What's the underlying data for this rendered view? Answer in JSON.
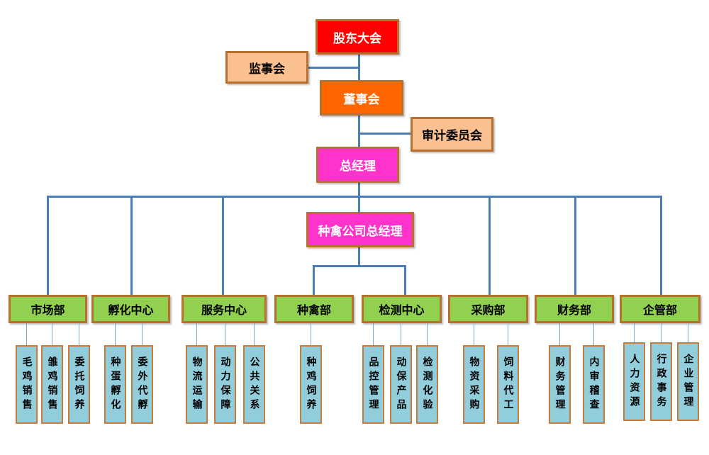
{
  "colors": {
    "shareholders": "#ff0000",
    "board": "#ff6600",
    "manager": "#ff33cc",
    "committee": "#fac090",
    "department": "#92d050",
    "unit": "#92cddc",
    "connector": "#4a7ebb"
  },
  "top": {
    "shareholders": "股东大会",
    "supervisors": "监事会",
    "board": "董事会",
    "audit_committee": "审计委员会",
    "general_manager": "总经理",
    "breeder_gm": "种禽公司总经理"
  },
  "departments": [
    {
      "name": "市场部",
      "units": [
        "毛鸡销售",
        "雏鸡销售",
        "委托饲养"
      ]
    },
    {
      "name": "孵化中心",
      "units": [
        "种蛋孵化",
        "委外代孵"
      ]
    },
    {
      "name": "服务中心",
      "units": [
        "物流运输",
        "动力保障",
        "公共关系"
      ]
    },
    {
      "name": "种禽部",
      "units": [
        "种鸡饲养"
      ]
    },
    {
      "name": "检测中心",
      "units": [
        "品控管理",
        "动保产品",
        "检测化验"
      ]
    },
    {
      "name": "采购部",
      "units": [
        "物资采购",
        "饲料代工"
      ]
    },
    {
      "name": "财务部",
      "units": [
        "财务管理",
        "内审稽查"
      ]
    },
    {
      "name": "企管部",
      "units": [
        "人力资源",
        "行政事务",
        "企业管理"
      ]
    }
  ]
}
